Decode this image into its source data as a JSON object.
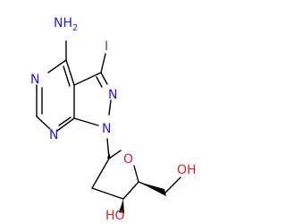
{
  "molecule": {
    "colors": {
      "bond": "#000000",
      "nitrogen": "#1f1fe0",
      "oxygen": "#e01f1f",
      "iodine": "#7a2f9a"
    },
    "atoms": {
      "nh2": {
        "main": "NH",
        "sub": "2"
      },
      "iodine": "I",
      "n_pyrimidine_top": "N",
      "n_pyrimidine_bottom": "N",
      "n_pyrazole_top": "N",
      "n_pyrazole_glycosidic": "N",
      "o_ring": "O",
      "oh_ring": "HO",
      "oh_primary": "OH"
    }
  }
}
